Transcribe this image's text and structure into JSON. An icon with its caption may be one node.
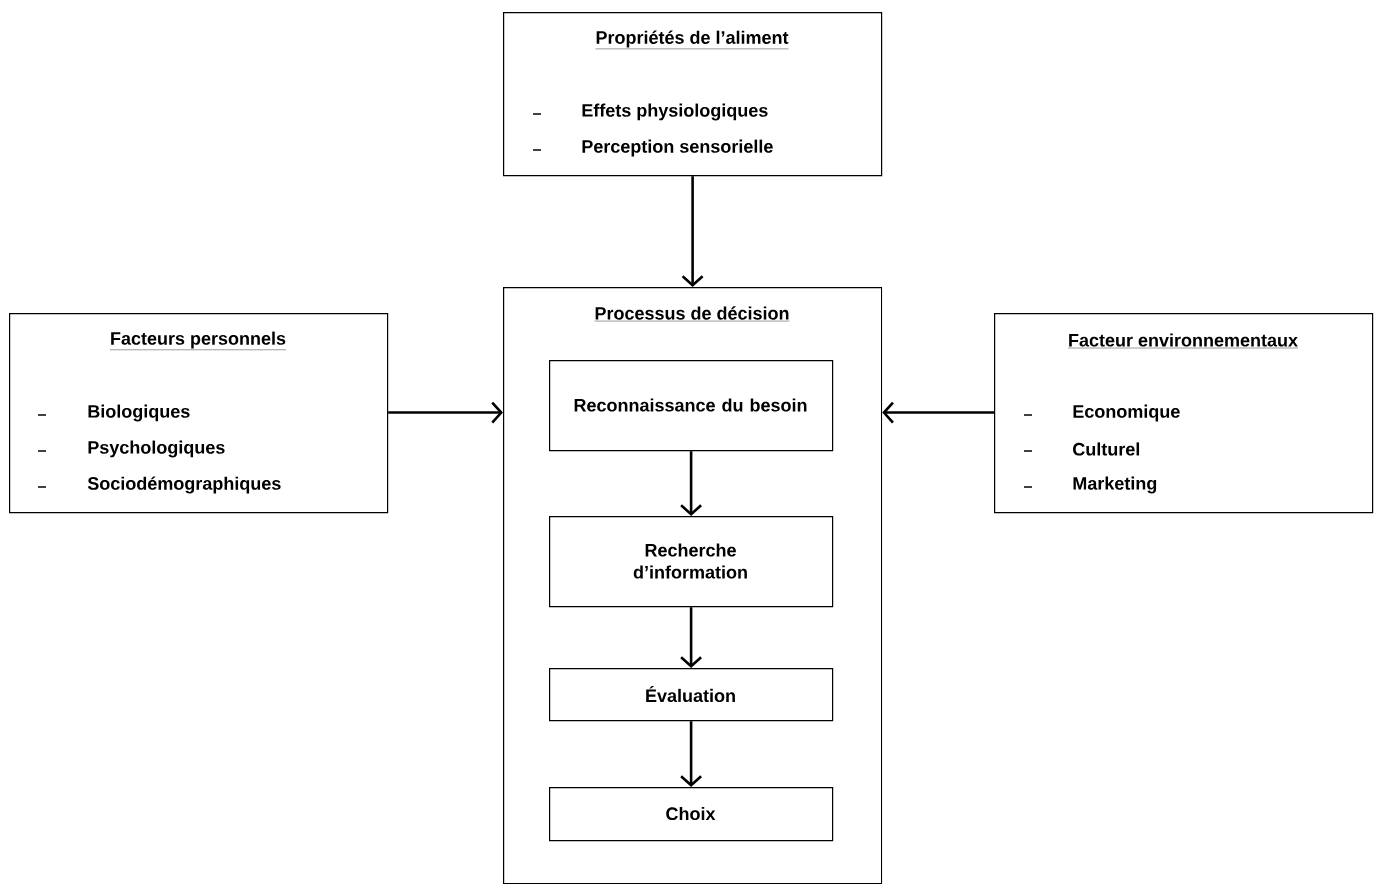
{
  "diagram": {
    "nodes": [
      {
        "text": [
          "Propriétés de l’aliment",
          "Effets physiologiques",
          "Perception sensorielle"
        ]
      },
      {
        "text": [
          "Facteurs personnels",
          "Biologiques",
          "Psychologiques",
          "Sociodémographiques"
        ]
      },
      {
        "text": [
          "Processus de décision"
        ]
      },
      {
        "text": [
          "Reconnaissance du besoin"
        ],
        "in": 2
      },
      {
        "text": [
          "Recherche d’information"
        ],
        "in": 2
      },
      {
        "text": [
          "Évaluation"
        ],
        "in": 2
      },
      {
        "text": [
          "Choix"
        ],
        "in": 2
      },
      {
        "text": [
          "Facteur environnementaux",
          "Economique",
          "Culturel",
          "Marketing"
        ]
      }
    ],
    "edges": [
      {
        "from": 0,
        "to": 2,
        "arrow": "to"
      },
      {
        "from": 1,
        "to": 2,
        "arrow": "to"
      },
      {
        "from": 7,
        "to": 2,
        "arrow": "to"
      },
      {
        "from": 3,
        "to": 4,
        "arrow": "to"
      },
      {
        "from": 4,
        "to": 5,
        "arrow": "to"
      },
      {
        "from": 5,
        "to": 6,
        "arrow": "to"
      }
    ]
  }
}
